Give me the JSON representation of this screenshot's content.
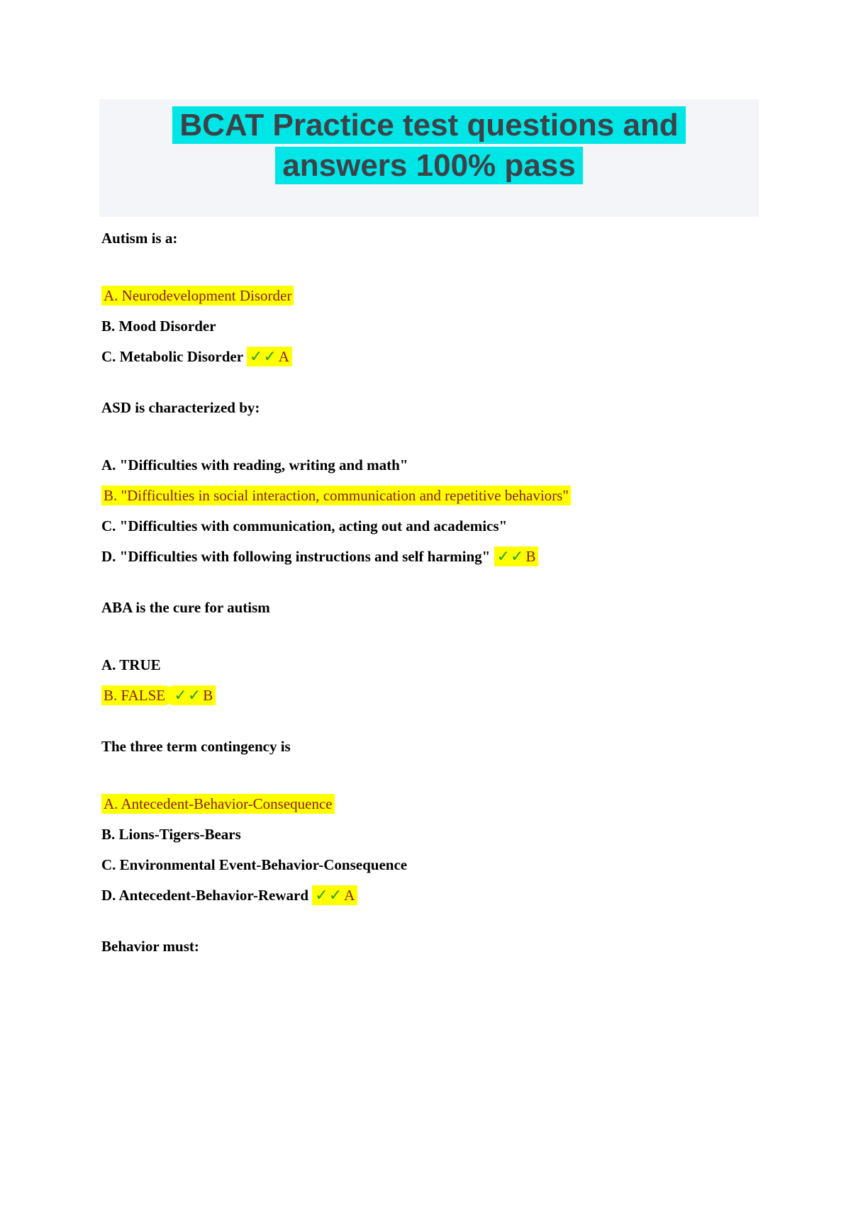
{
  "header": {
    "title_line1": "BCAT Practice test questions and",
    "title_line2": "answers 100% pass"
  },
  "marks": {
    "check_glyphs": "✓✓"
  },
  "colors": {
    "highlight_yellow": "#ffff00",
    "highlight_cyan": "#00e6e6",
    "answer_red": "#8b1a1a",
    "check_green": "#25a125",
    "title_text": "#3d4248"
  },
  "questions": [
    {
      "prompt": "Autism is a:",
      "options": [
        {
          "text": "A. Neurodevelopment Disorder",
          "correct": true
        },
        {
          "text": "B. Mood Disorder"
        },
        {
          "text": "C. Metabolic Disorder",
          "mark": "A"
        }
      ]
    },
    {
      "prompt": "ASD is characterized by:",
      "options": [
        {
          "text": "A. \"Difficulties with reading, writing and math\""
        },
        {
          "text": "B. \"Difficulties in social interaction, communication and repetitive behaviors\"",
          "correct": true
        },
        {
          "text": "C. \"Difficulties with communication, acting out and academics\""
        },
        {
          "text": "D. \"Difficulties with following instructions and self harming\"",
          "mark": "B"
        }
      ]
    },
    {
      "prompt": "ABA is the cure for autism",
      "options": [
        {
          "text": "A. TRUE"
        },
        {
          "text": "B. FALSE",
          "correct": true,
          "mark": "B"
        }
      ]
    },
    {
      "prompt": "The three term contingency is",
      "options": [
        {
          "text": "A. Antecedent-Behavior-Consequence",
          "correct": true
        },
        {
          "text": "B. Lions-Tigers-Bears"
        },
        {
          "text": "C. Environmental Event-Behavior-Consequence"
        },
        {
          "text": "D. Antecedent-Behavior-Reward",
          "mark": "A"
        }
      ]
    },
    {
      "prompt": "Behavior must:",
      "options": []
    }
  ]
}
